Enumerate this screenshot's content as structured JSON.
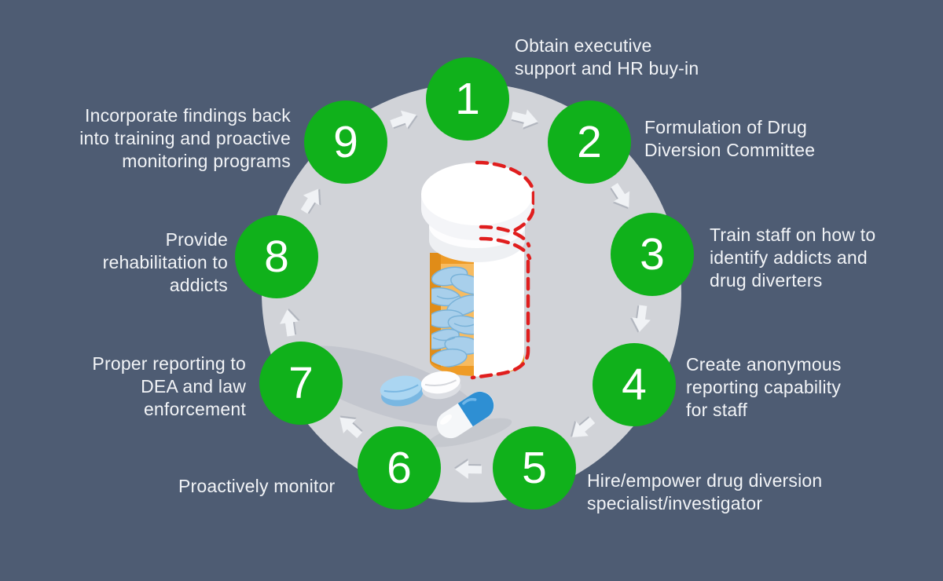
{
  "diagram": {
    "type": "circular-process",
    "subject": "pill-bottle-drug-diversion-cycle",
    "step_count": 9,
    "flow_direction": "clockwise"
  },
  "steps": [
    {
      "number": "1",
      "label": "Obtain executive\nsupport and HR buy-in"
    },
    {
      "number": "2",
      "label": "Formulation of Drug\nDiversion Committee"
    },
    {
      "number": "3",
      "label": "Train staff on how to\nidentify addicts and\ndrug diverters"
    },
    {
      "number": "4",
      "label": "Create anonymous\nreporting capability\nfor staff"
    },
    {
      "number": "5",
      "label": "Hire/empower drug diversion\nspecialist/investigator"
    },
    {
      "number": "6",
      "label": "Proactively monitor"
    },
    {
      "number": "7",
      "label": "Proper reporting to\nDEA and law\nenforcement"
    },
    {
      "number": "8",
      "label": "Provide\nrehabilitation to\naddicts"
    },
    {
      "number": "9",
      "label": "Incorporate findings back\ninto training and proactive\nmonitoring programs"
    }
  ],
  "colors": {
    "background": "#4e5c73",
    "ring": "#d1d3d8",
    "step_circle": "#10b11b",
    "text": "#f2f4f7",
    "arrow": "#f0f2f5",
    "dashed_outline_red": "#e01e1e",
    "bottle_orange": "#ee9b26",
    "pill_blue": "#a8cfeb",
    "capsule_blue": "#2e8fd3"
  },
  "icons": {
    "center": "pill-bottle-illustration",
    "between_steps": "flow-arrow-icon"
  }
}
